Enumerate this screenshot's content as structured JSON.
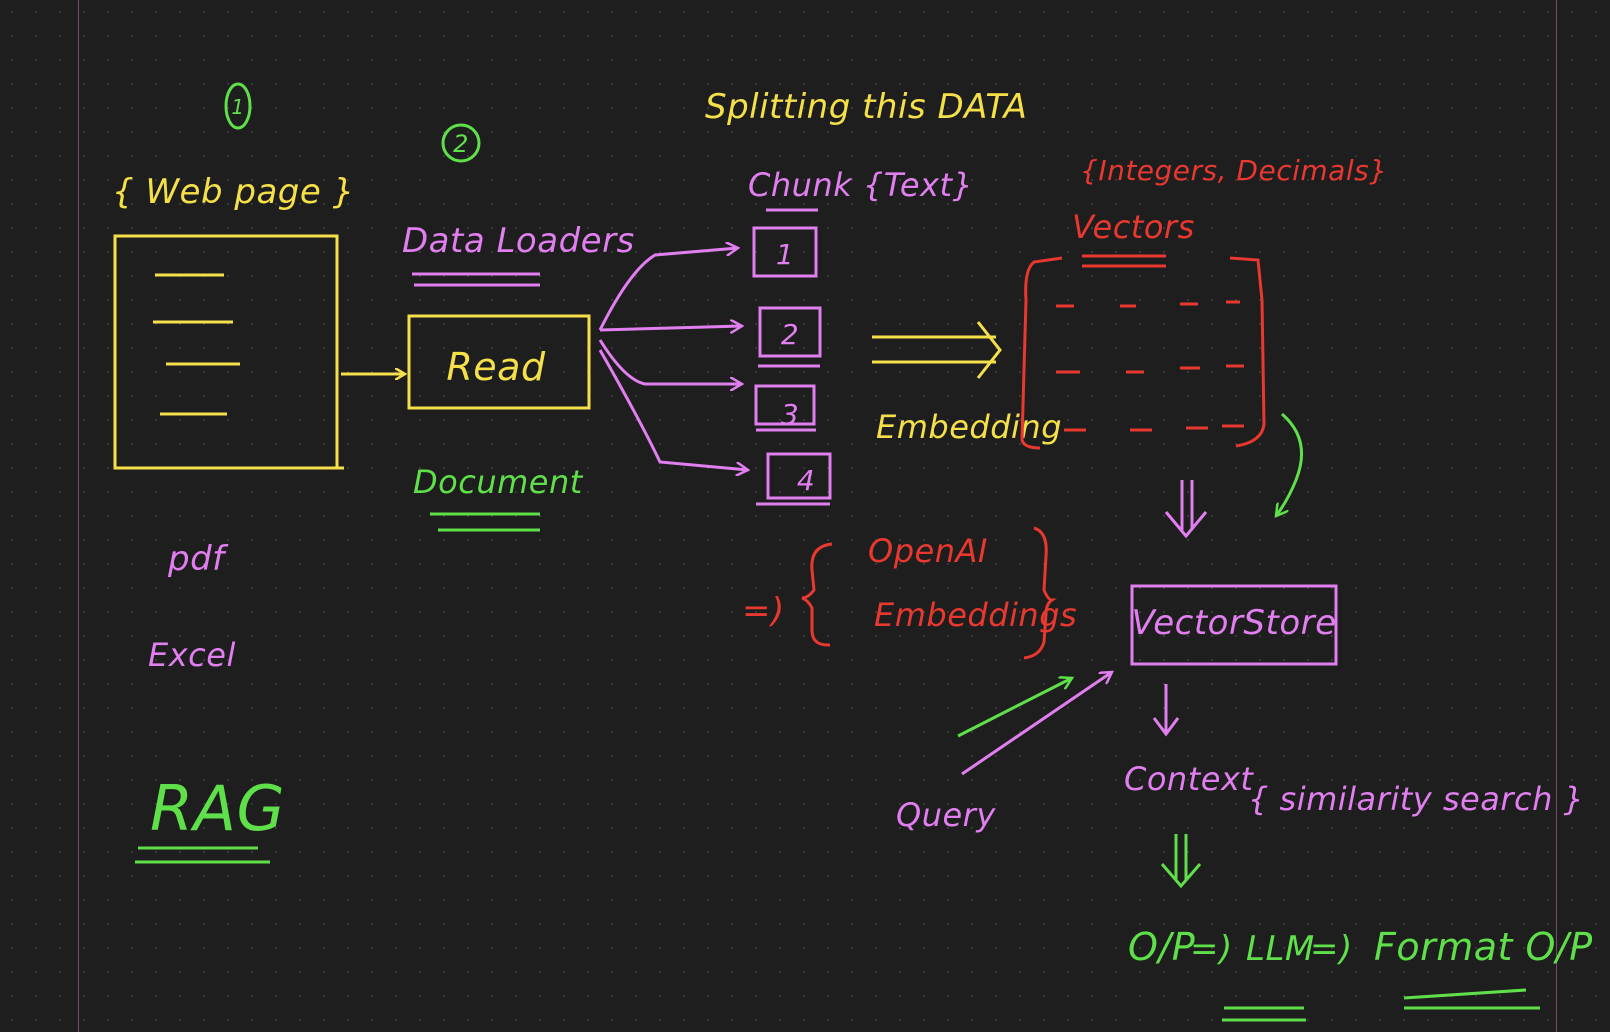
{
  "colors": {
    "background": "#1e1e1e",
    "yellow": "#f5e04a",
    "pink": "#e27ff0",
    "green": "#5fe04a",
    "red": "#e8382f",
    "margin": "#7a4a6a"
  },
  "steps": {
    "step1": "1",
    "step2": "2"
  },
  "webpage": {
    "title": "{ Web page }"
  },
  "sources": {
    "pdf": "pdf",
    "excel": "Excel"
  },
  "rag_title": "RAG",
  "loaders": {
    "label": "Data Loaders",
    "read": "Read",
    "document": "Document"
  },
  "splitting": {
    "heading": "Splitting this DATA",
    "chunk_label": "Chunk {Text}",
    "chunks": [
      "1",
      "2",
      "3",
      "4"
    ]
  },
  "embedding": {
    "label": "Embedding",
    "openai_line1": "OpenAI",
    "openai_line2": "Embeddings",
    "implies": "=)"
  },
  "vectors": {
    "types": "{Integers, Decimals}",
    "label": "Vectors"
  },
  "vectorstore": {
    "label": "VectorStore",
    "query": "Query",
    "context": "Context",
    "similarity": "{ similarity search }"
  },
  "output": {
    "op": "O/P",
    "llm": "LLM",
    "format": "Format O/P",
    "arrow": "=)"
  }
}
